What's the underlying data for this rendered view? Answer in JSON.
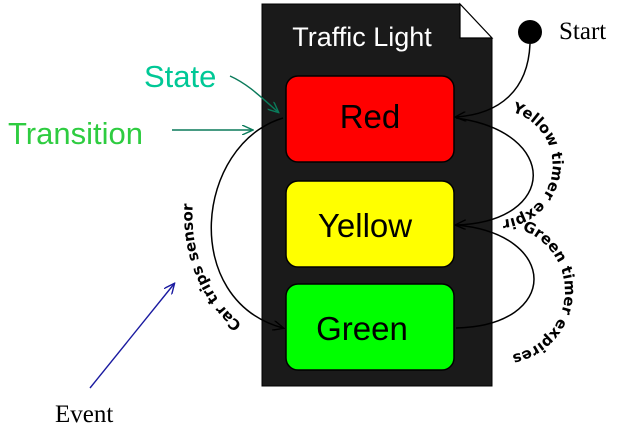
{
  "title": "Traffic Light",
  "states": [
    {
      "label": "Red",
      "color": "#ff0000"
    },
    {
      "label": "Yellow",
      "color": "#ffff00"
    },
    {
      "label": "Green",
      "color": "#00ff00"
    }
  ],
  "start_label": "Start",
  "annotations": {
    "state": {
      "text": "State",
      "color": "#00c896"
    },
    "transition": {
      "text": "Transition",
      "color": "#2ecc40"
    },
    "event": {
      "text": "Event",
      "color": "#1a1aa0"
    }
  },
  "transitions": {
    "yellow_timer": "Yellow timer expires",
    "green_timer": "Green timer expires",
    "car_sensor": "Car trips sensor"
  },
  "colors": {
    "panel": "#1a1a1a",
    "panel_text": "#ffffff",
    "arrow": "#000000"
  }
}
